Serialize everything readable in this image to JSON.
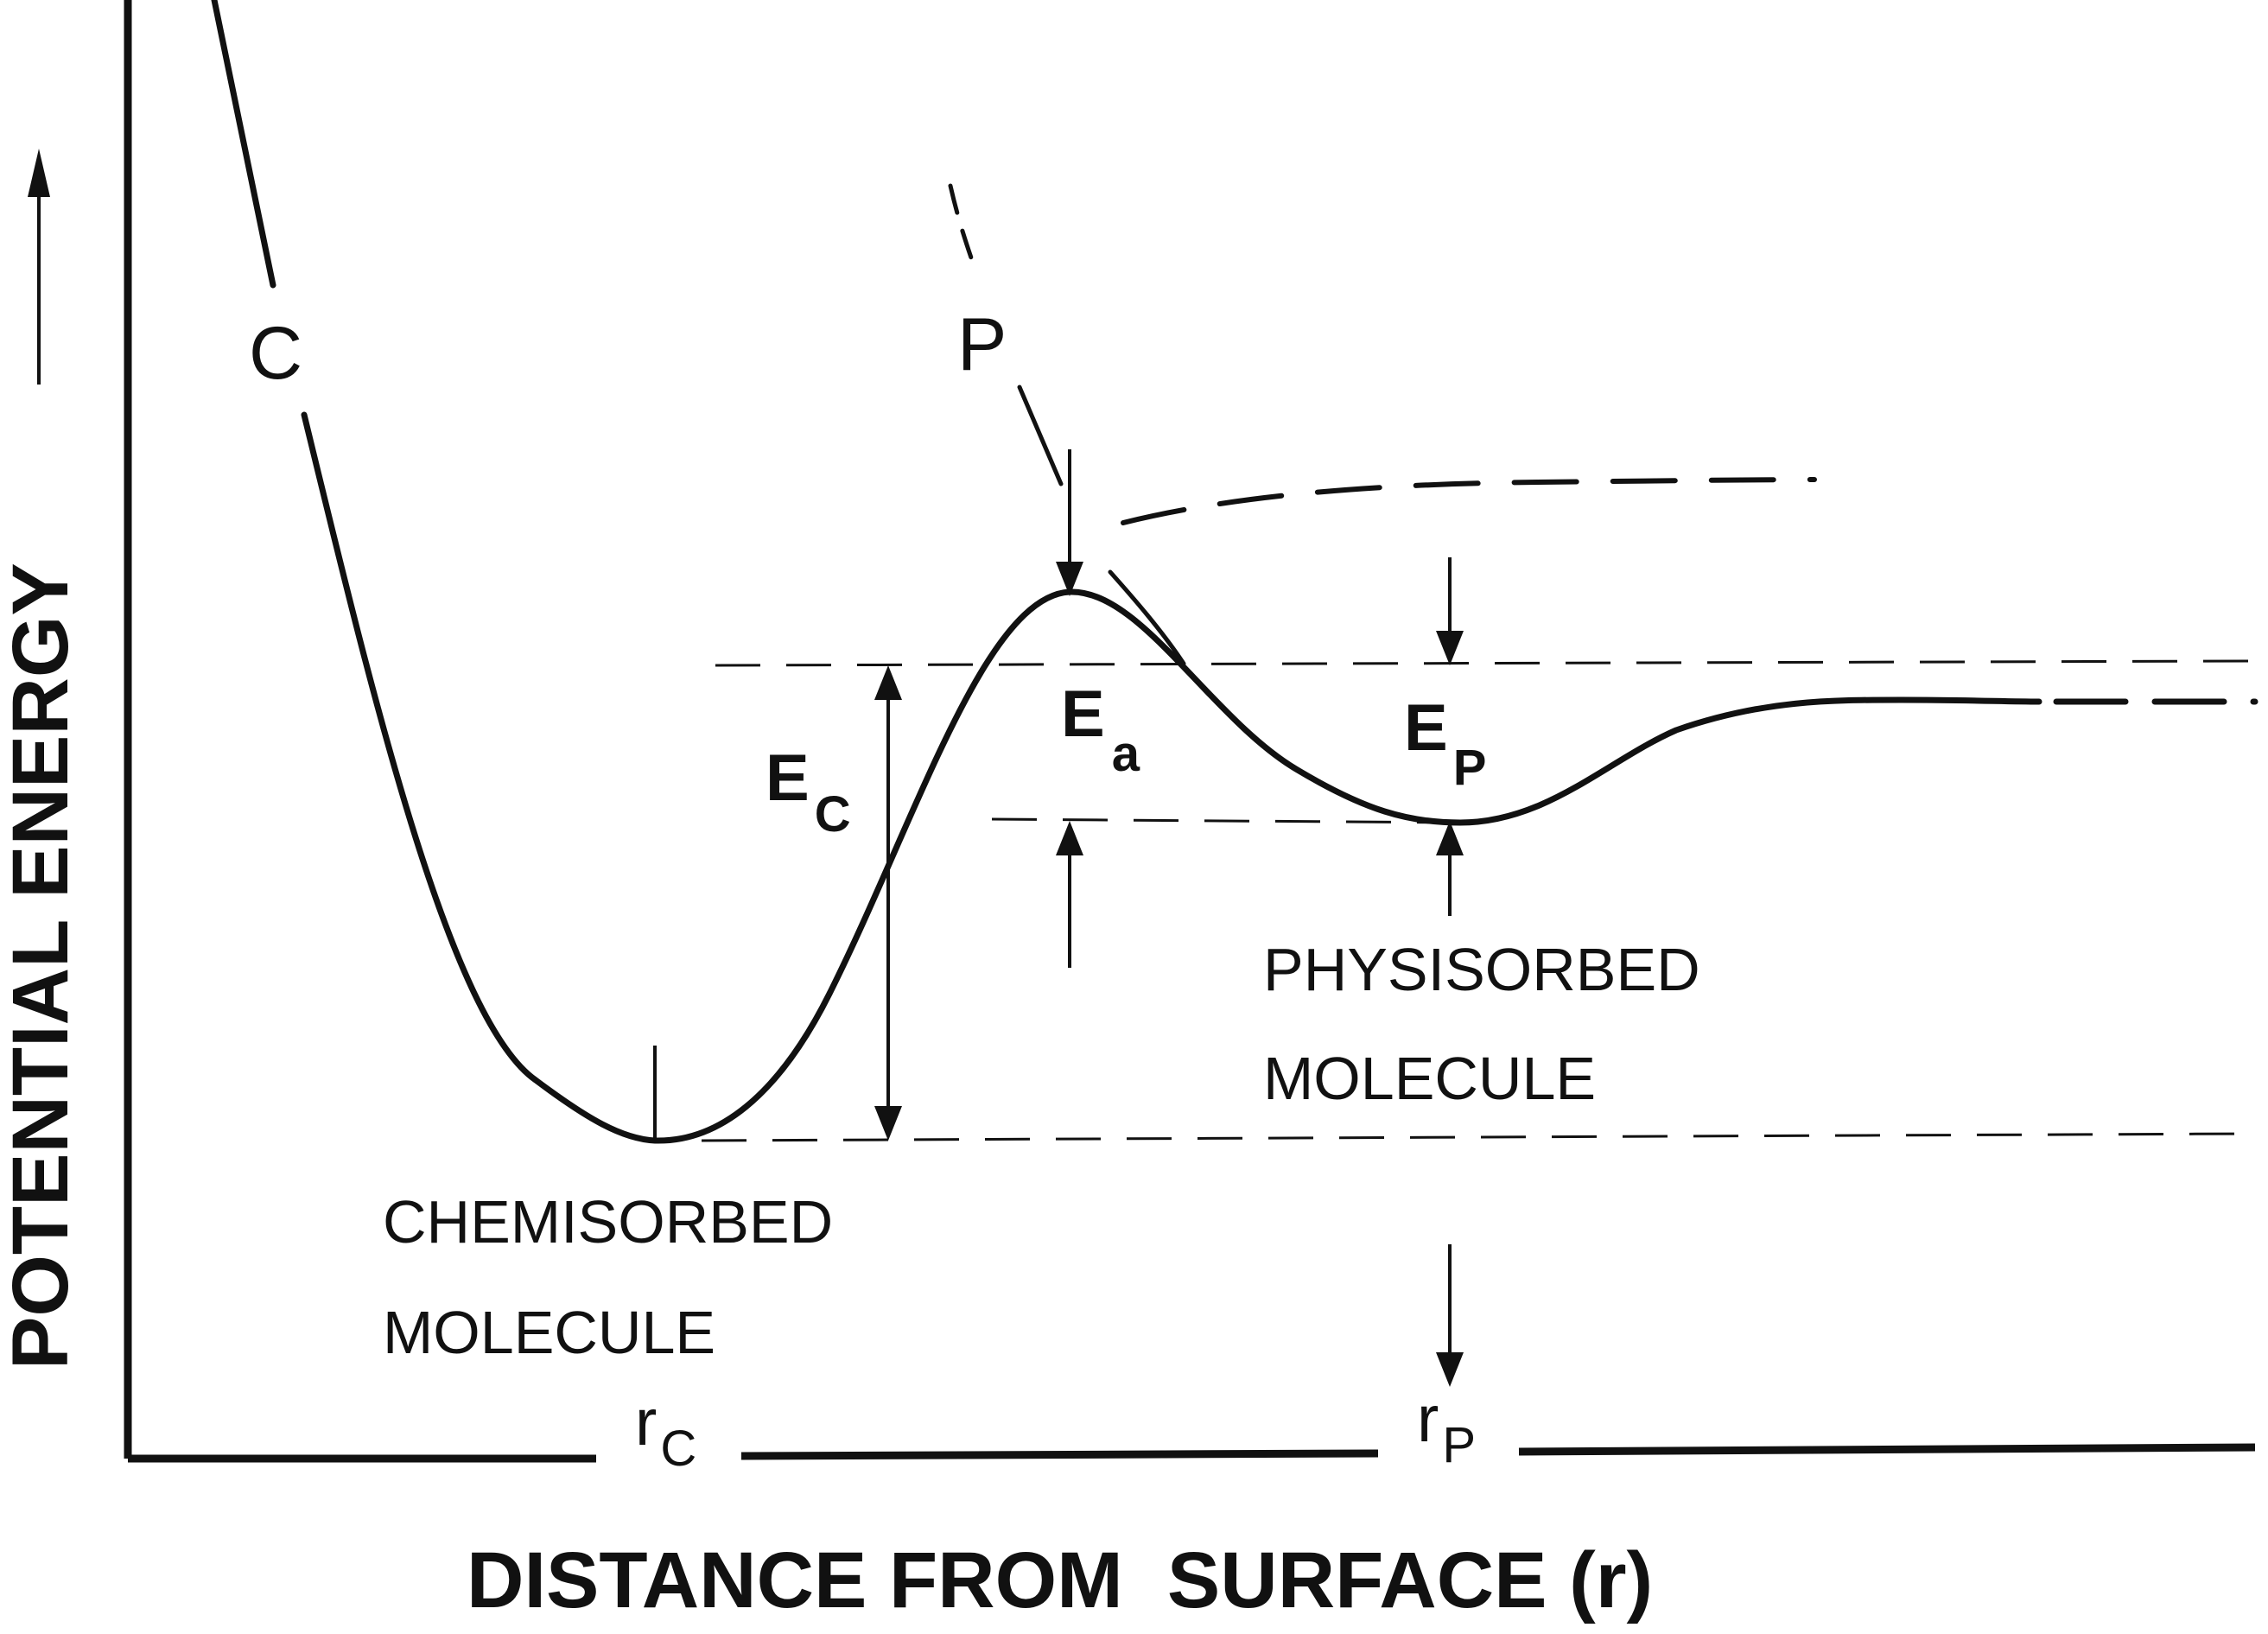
{
  "title": "",
  "axes": {
    "y_label": "POTENTIAL ENERGY",
    "x_label": "DISTANCE FROM  SURFACE (r)"
  },
  "curves": {
    "chemisorption": {
      "label": "C"
    },
    "physisorption": {
      "label": "P"
    }
  },
  "energies": {
    "chemisorption": {
      "main": "E",
      "sub": "C"
    },
    "activation": {
      "main": "E",
      "sub": "a"
    },
    "physisorption": {
      "main": "E",
      "sub": "P"
    }
  },
  "positions": {
    "chemisorbed": {
      "main": "r",
      "sub": "C"
    },
    "physisorbed": {
      "main": "r",
      "sub": "P"
    }
  },
  "states": {
    "chemisorbed": {
      "line1": "CHEMISORBED",
      "line2": "MOLECULE"
    },
    "physisorbed": {
      "line1": "PHYSISORBED",
      "line2": "MOLECULE"
    }
  },
  "colors": {
    "ink": "#111111",
    "background": "#ffffff"
  }
}
